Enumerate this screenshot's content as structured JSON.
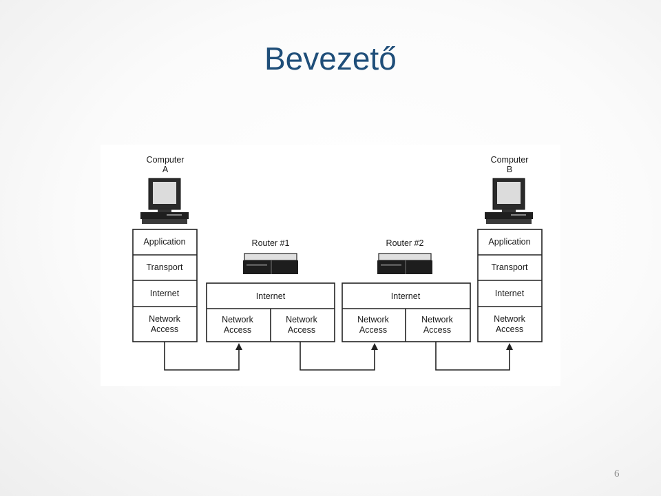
{
  "slide": {
    "title": "Bevezető",
    "page_number": "6"
  },
  "diagram": {
    "computer_a": {
      "line1": "Computer",
      "line2": "A"
    },
    "computer_b": {
      "line1": "Computer",
      "line2": "B"
    },
    "router1": "Router #1",
    "router2": "Router #2",
    "layers": {
      "application": "Application",
      "transport": "Transport",
      "internet": "Internet",
      "network": "Network",
      "access": "Access"
    }
  }
}
